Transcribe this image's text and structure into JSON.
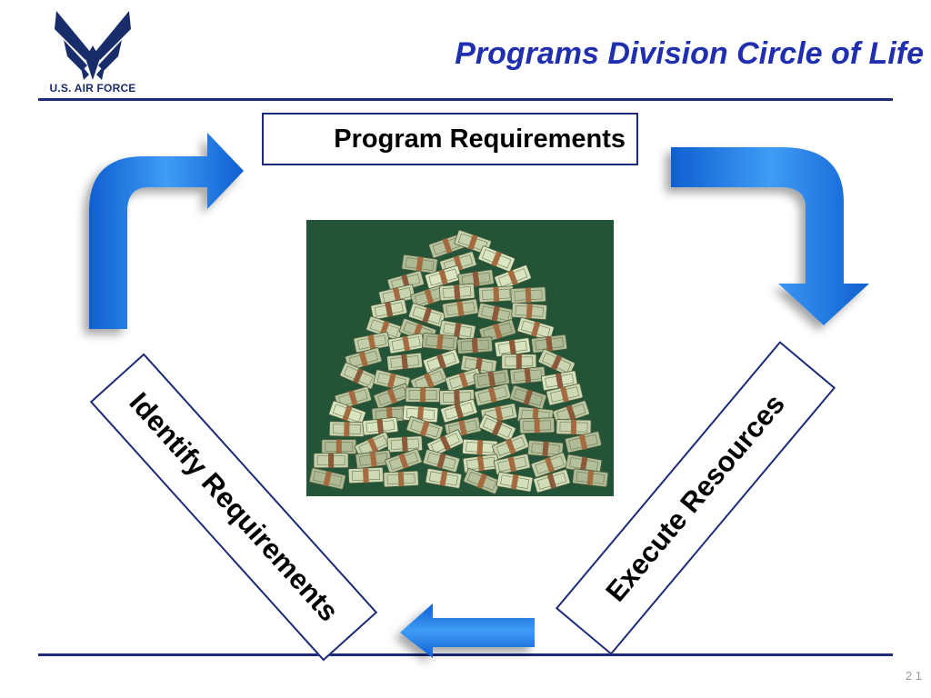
{
  "header": {
    "logo_text": "U.S. AIR FORCE",
    "title": "Programs Division Circle of Life"
  },
  "diagram": {
    "top_box_label": "Program Requirements",
    "left_box_label": "Identify Requirements",
    "right_box_label": "Execute Resources",
    "arrow_color": "#1f7ce6",
    "center_image_background": "#235437"
  },
  "footer": {
    "page_number": "2 1"
  },
  "colors": {
    "title": "#1f2fb0",
    "rule": "#1d2a78",
    "box_border": "#1d2a78"
  }
}
